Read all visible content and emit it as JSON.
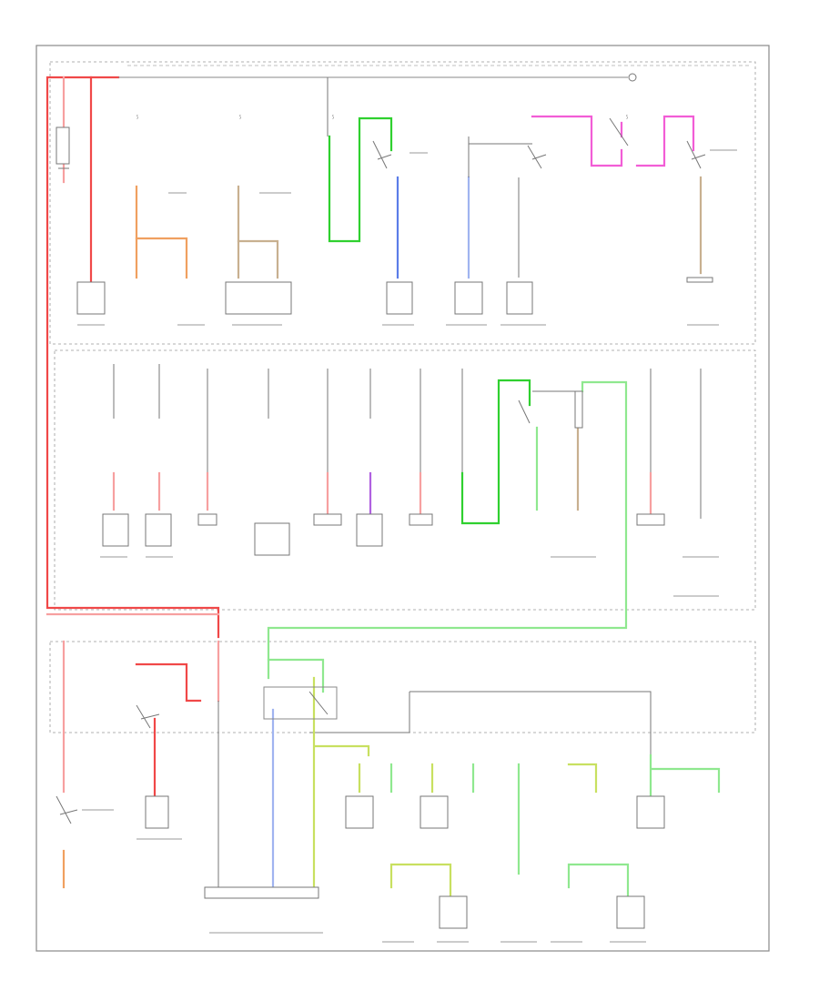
{
  "colors": {
    "red": "#f04848",
    "light_red": "#f7a0a0",
    "pink": "#f25dd6",
    "green": "#2fd02f",
    "light_green": "#8fe88f",
    "blue": "#5b7de8",
    "light_blue": "#a0b4f0",
    "orange": "#f0a060",
    "tan": "#c8b090",
    "yellow_green": "#c8e060",
    "purple": "#b060e0",
    "black": "#666666"
  },
  "footer_label": "",
  "icons": [
    "battery-symbol",
    "fuse-symbol",
    "relay-switch-symbol",
    "ground-symbol",
    "connector-block-symbol"
  ]
}
